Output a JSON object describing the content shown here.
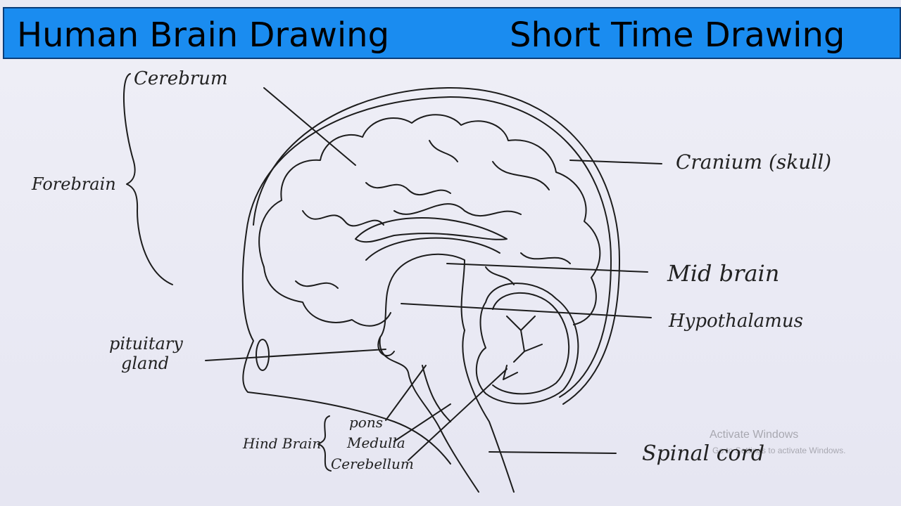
{
  "banner": {
    "title_left": "Human Brain Drawing",
    "title_right": "Short Time Drawing",
    "color": "#1a8cf0"
  },
  "labels": {
    "cerebrum": "Cerebrum",
    "forebrain": "Forebrain",
    "cranium": "Cranium (skull)",
    "mid_brain": "Mid brain",
    "hypothalamus": "Hypothalamus",
    "pituitary_line1": "pituitary",
    "pituitary_line2": "gland",
    "hind_brain": "Hind Brain",
    "pons": "pons",
    "medulla": "Medulla",
    "cerebellum": "Cerebellum",
    "spinal_cord": "Spinal cord"
  },
  "watermark": {
    "title": "Activate Windows",
    "subtitle": "Go to Settings to activate Windows."
  }
}
